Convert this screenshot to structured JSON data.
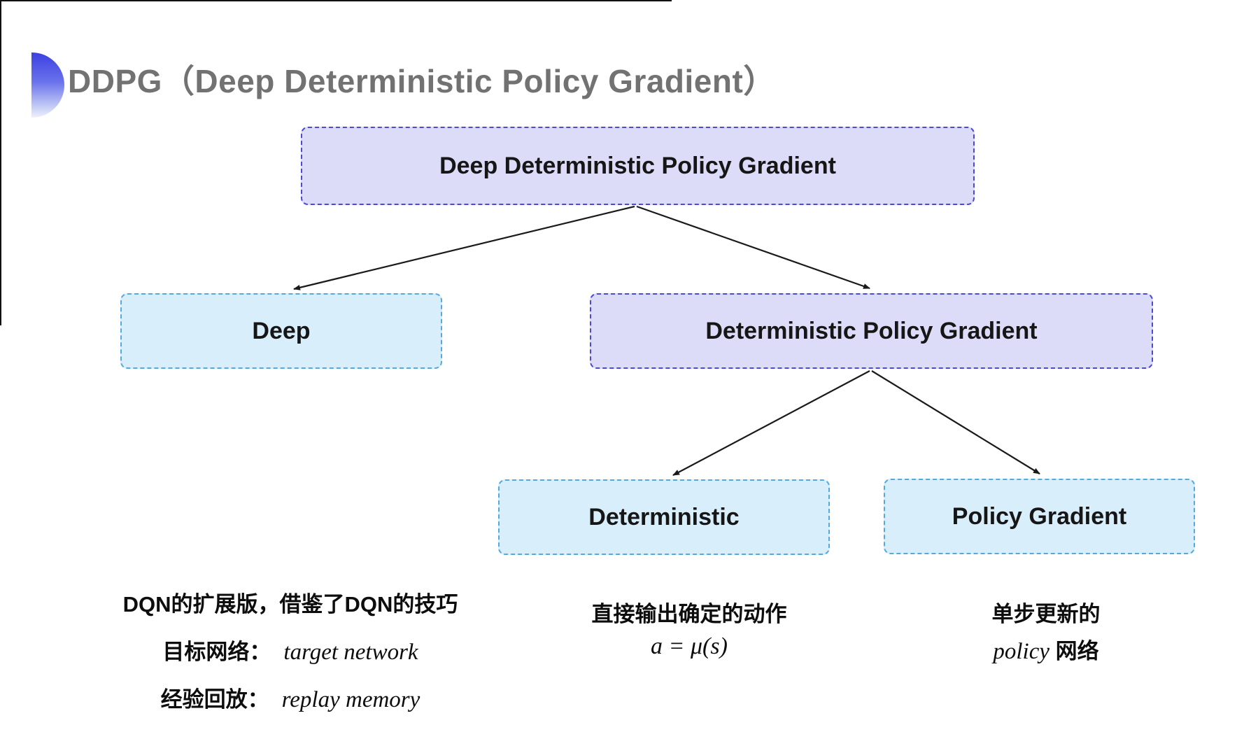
{
  "title": "DDPG（Deep Deterministic Policy Gradient）",
  "colors": {
    "title_text": "#727272",
    "purple_fill": "#dcdcf8",
    "purple_border": "#4a4ad4",
    "cyan_fill": "#d9eefb",
    "cyan_border": "#55aadd",
    "arrow": "#1a1a1a",
    "bullet_gradient_top": "#3b40e0",
    "bullet_gradient_bottom": "#eef0fc"
  },
  "diagram": {
    "nodes": [
      {
        "id": "root",
        "label": "Deep Deterministic Policy Gradient",
        "variant": "purple"
      },
      {
        "id": "deep",
        "label": "Deep",
        "variant": "cyan"
      },
      {
        "id": "dpg",
        "label": "Deterministic Policy Gradient",
        "variant": "purple"
      },
      {
        "id": "deterministic",
        "label": "Deterministic",
        "variant": "cyan"
      },
      {
        "id": "policy-gradient",
        "label": "Policy Gradient",
        "variant": "cyan"
      }
    ],
    "edges": [
      {
        "from": "root",
        "to": "deep"
      },
      {
        "from": "root",
        "to": "dpg"
      },
      {
        "from": "dpg",
        "to": "deterministic"
      },
      {
        "from": "dpg",
        "to": "policy-gradient"
      }
    ]
  },
  "notes": {
    "dqn": {
      "line1": "DQN的扩展版，借鉴了DQN的技巧",
      "line2_label": "目标网络：",
      "line2_value": "target network",
      "line3_label": "经验回放：",
      "line3_value": "replay memory"
    },
    "deterministic": {
      "line1": "直接输出确定的动作",
      "formula": "a = μ(s)"
    },
    "policy": {
      "line1": "单步更新的",
      "line2_italic": "policy",
      "line2_rest": " 网络"
    }
  }
}
